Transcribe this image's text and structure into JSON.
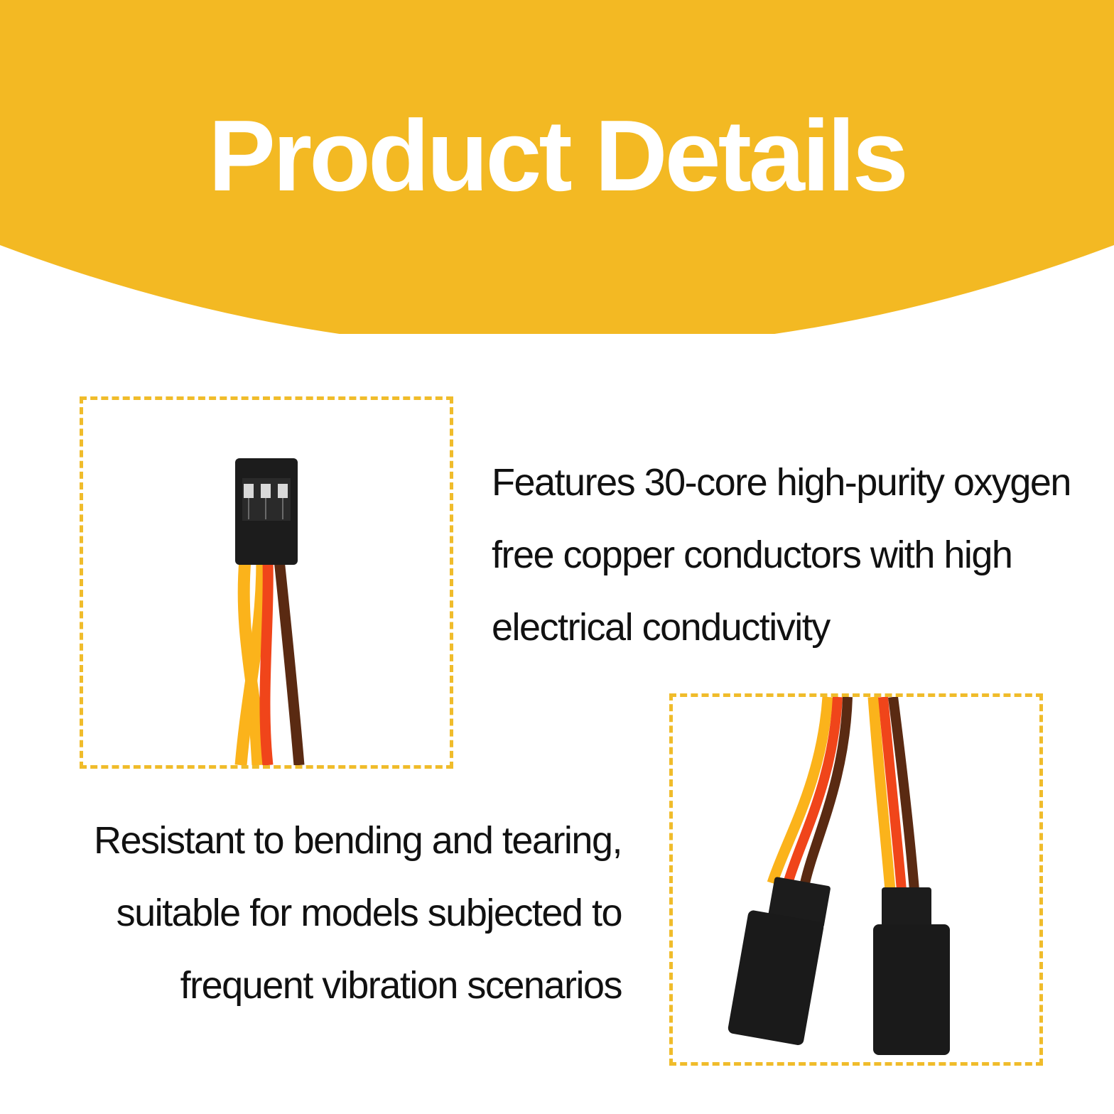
{
  "title": "Product Details",
  "colors": {
    "banner": "#f3b923",
    "frame": "#f0bc2b",
    "wire_yellow": "#fbb31b",
    "wire_red": "#f0451a",
    "wire_brown": "#5a2a12",
    "connector": "#1c1c1c"
  },
  "features": [
    {
      "lines": [
        "Features 30-core high-purity oxygen",
        "free copper conductors with high",
        "electrical conductivity"
      ],
      "image": "connector-pins-icon"
    },
    {
      "lines": [
        "Resistant to bending and tearing,",
        "suitable for models subjected to",
        "frequent vibration scenarios"
      ],
      "image": "dual-connector-icon"
    }
  ]
}
